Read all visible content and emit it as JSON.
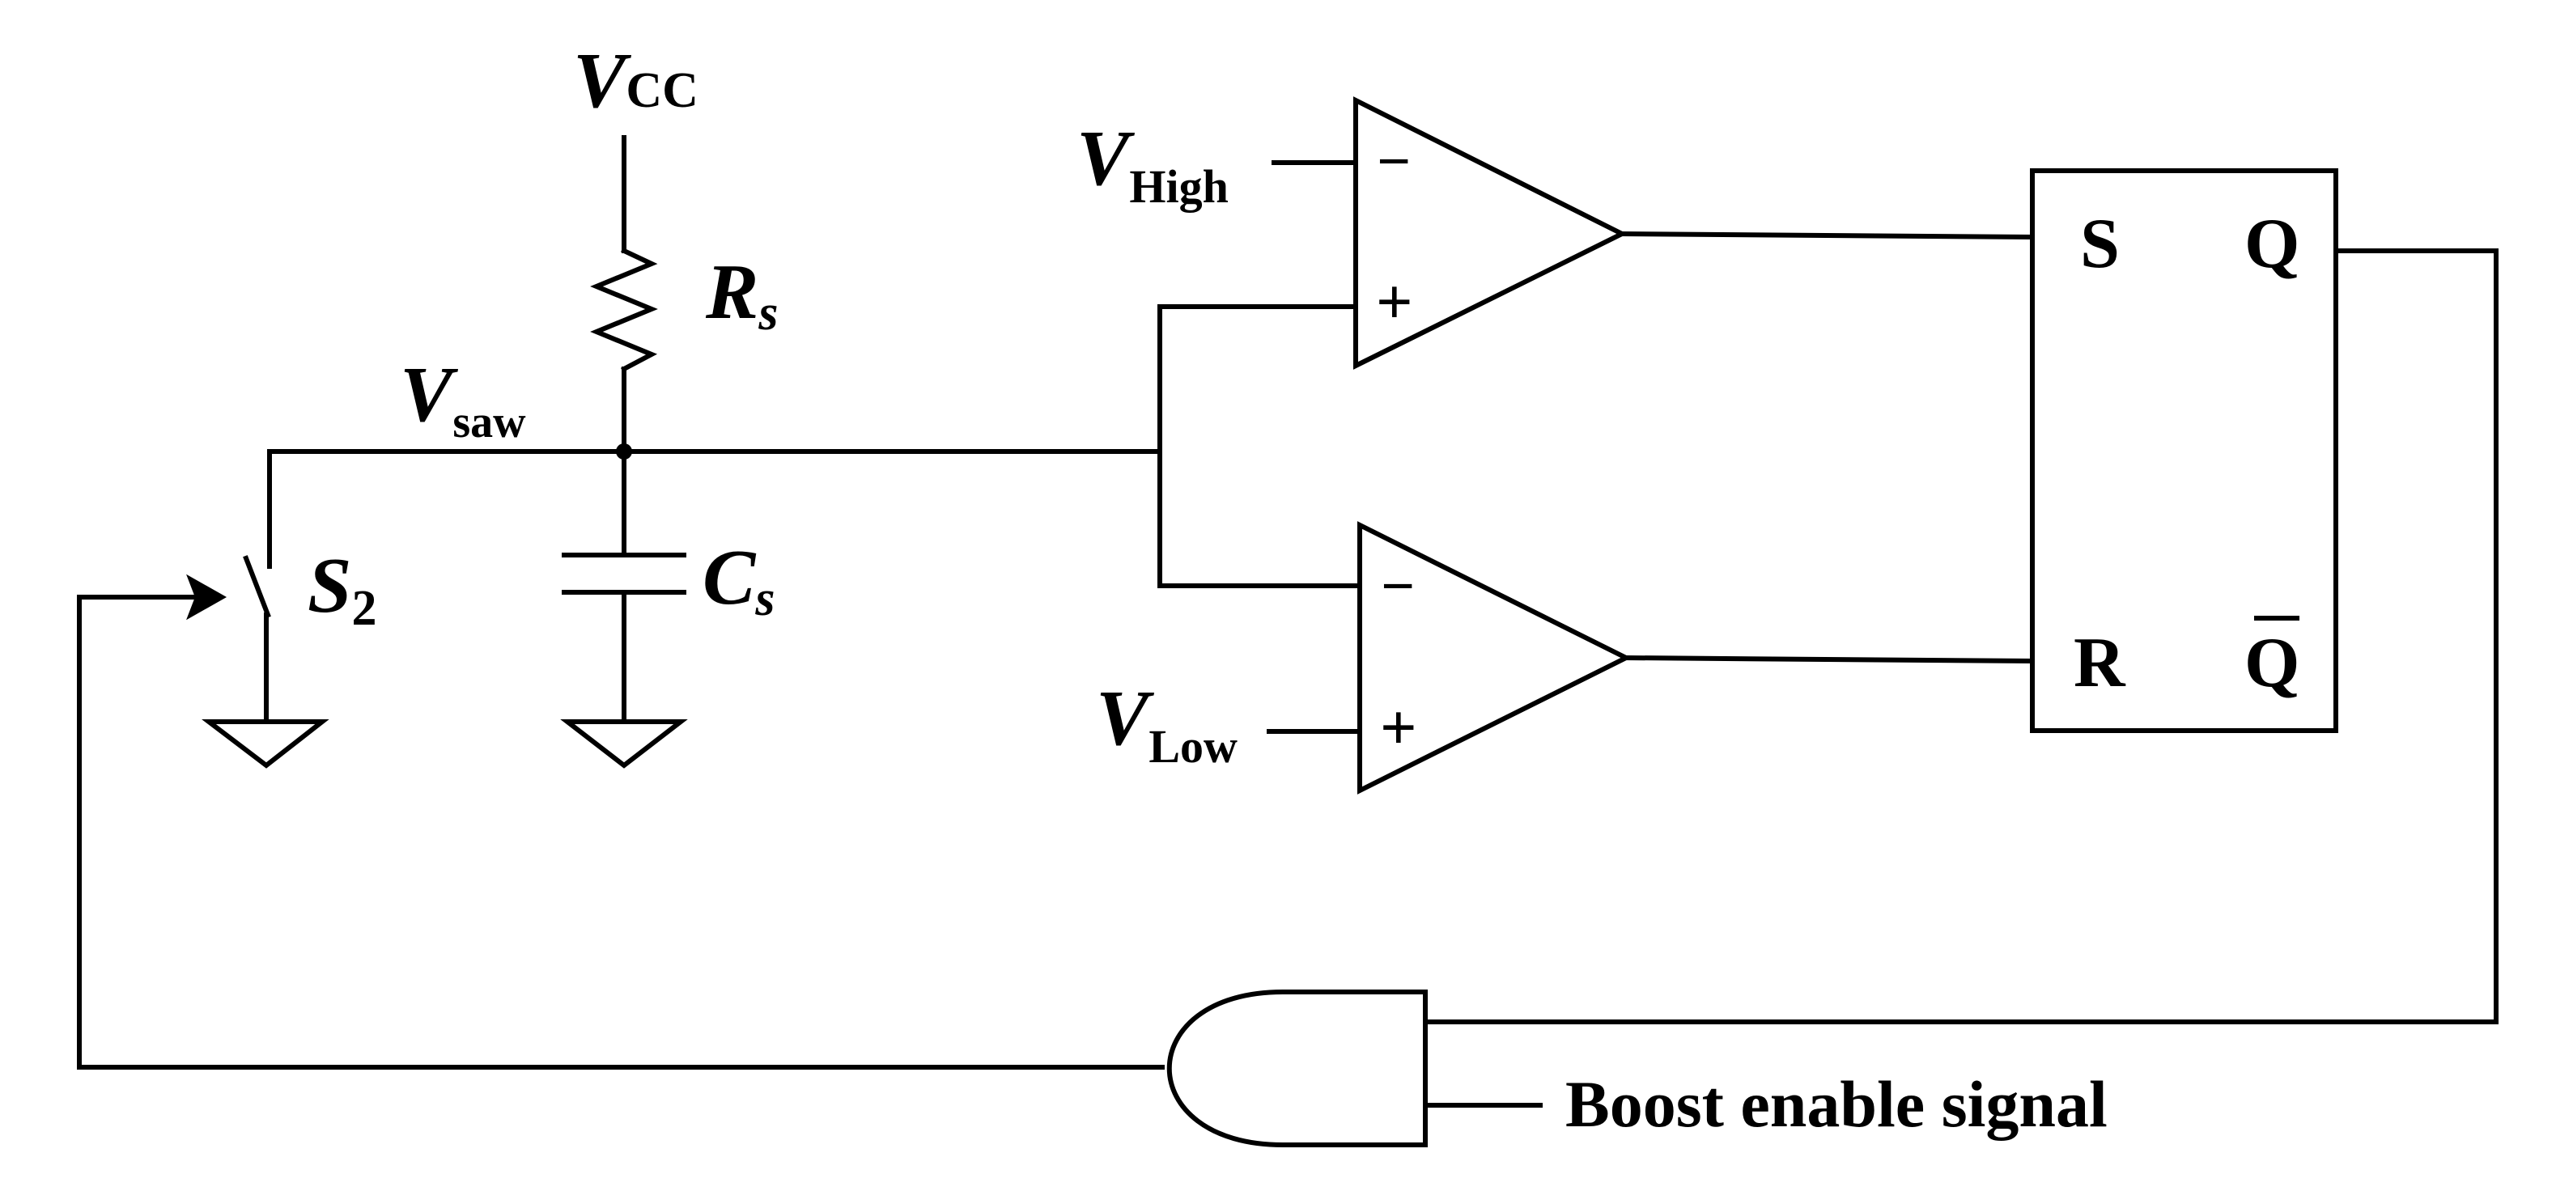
{
  "labels": {
    "vcc": {
      "main": "V",
      "sub": "CC"
    },
    "rs": {
      "main": "R",
      "sub": "s"
    },
    "cs": {
      "main": "C",
      "sub": "s"
    },
    "vsaw": {
      "main": "V",
      "sub": "saw"
    },
    "s2": {
      "main": "S",
      "sub": "2"
    },
    "vhigh": {
      "main": "V",
      "sub": "High"
    },
    "vlow": {
      "main": "V",
      "sub": "Low"
    }
  },
  "comparator_upper": {
    "minus": "−",
    "plus": "+"
  },
  "comparator_lower": {
    "minus": "−",
    "plus": "+"
  },
  "sr_latch": {
    "s": "S",
    "r": "R",
    "q": "Q",
    "qbar": "Q"
  },
  "and_gate": {
    "input_label": "Boost enable signal"
  }
}
